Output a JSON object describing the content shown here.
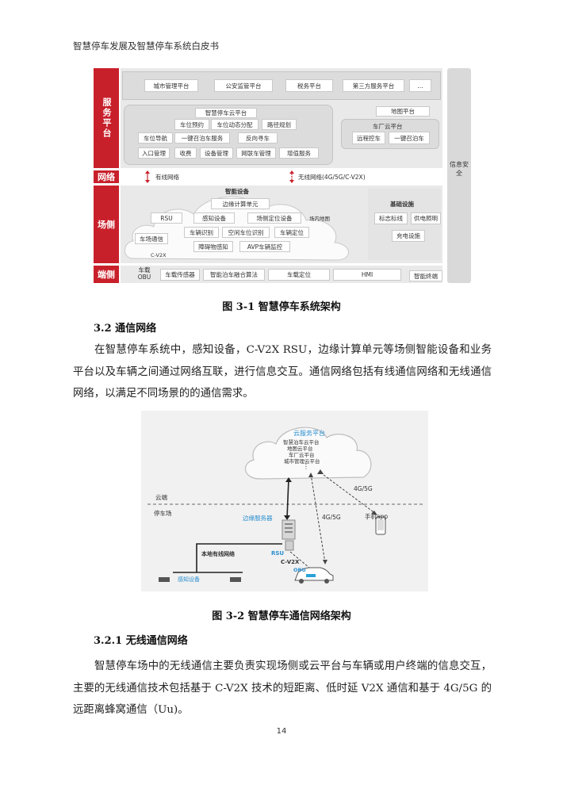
{
  "header": {
    "title": "智慧停车发展及智慧停车系统白皮书"
  },
  "fig1": {
    "rows": {
      "service": "服务平台",
      "network": "网络",
      "field": "场侧",
      "terminal": "端侧"
    },
    "side_label": "信息安全",
    "top_boxes": [
      "城市管理平台",
      "公安监管平台",
      "税务平台",
      "第三方服务平台",
      "..."
    ],
    "cloud_title": "智慧停车云平台",
    "cloud_row1": [
      "车位预约",
      "车位动态分配",
      "路径规划"
    ],
    "cloud_row2": [
      "车位导航",
      "一键召泊车服务",
      "反向寻车"
    ],
    "cloud_row3": [
      "入口管理",
      "收费",
      "设备管理",
      "网联车管理",
      "增值服务"
    ],
    "map_platform": "地图平台",
    "oem_platform": "车厂云平台",
    "oem_items": [
      "远程控车",
      "一键召泊车"
    ],
    "wired": "有线网络",
    "wireless": "无线网络(4G/5G/C-V2X)",
    "smart_devices": "智能设备",
    "edge_unit": "边缘计算单元",
    "field_items": [
      "RSU",
      "感知设备",
      "场侧定位设备",
      "场内地图",
      "车场通信",
      "车辆识别",
      "空闲车位识别",
      "车辆定位",
      "障碍物感知",
      "AVP车辆监控"
    ],
    "cv2x": "C-V2X",
    "basic_facilities": "基础设施",
    "basic_items": [
      "标志标线",
      "供电照明",
      "充电设施"
    ],
    "terminal_items": [
      "车载OBU",
      "车载传感器",
      "智能泊车融合算法",
      "车载定位",
      "HMI",
      "智能终端"
    ]
  },
  "cap1": "图 3-1 智慧停车系统架构",
  "sec32": "3.2 通信网络",
  "para1": "在智慧停车系统中，感知设备，C-V2X RSU，边缘计算单元等场侧智能设备和业务平台以及车辆之间通过网络互联，进行信息交互。通信网络包括有线通信网络和无线通信网络，以满足不同场景的的通信需求。",
  "fig2": {
    "cloud_title": "云服务平台",
    "cloud_items": [
      "智慧泊车云平台",
      "地图云平台",
      "车厂云平台",
      "城市管理云平台"
    ],
    "cloud_side": "云端",
    "park_side": "停车场",
    "edge_server": "边缘服务器",
    "g45": "4G/5G",
    "g45b": "4G/5G",
    "phone": "手机app",
    "local_wired": "本地有线网络",
    "rsu": "RSU",
    "cv2x": "C-V2X",
    "obu": "OBU",
    "sensing": "感知设备",
    "dots": "⋮"
  },
  "cap2": "图 3-2 智慧停车通信网络架构",
  "sec321": "3.2.1 无线通信网络",
  "para2": "智慧停车场中的无线通信主要负责实现场侧或云平台与车辆或用户终端的信息交互，主要的无线通信技术包括基于 C-V2X 技术的短距离、低时延 V2X 通信和基于 4G/5G 的远距离蜂窝通信（Uu)。",
  "page_number": "14"
}
